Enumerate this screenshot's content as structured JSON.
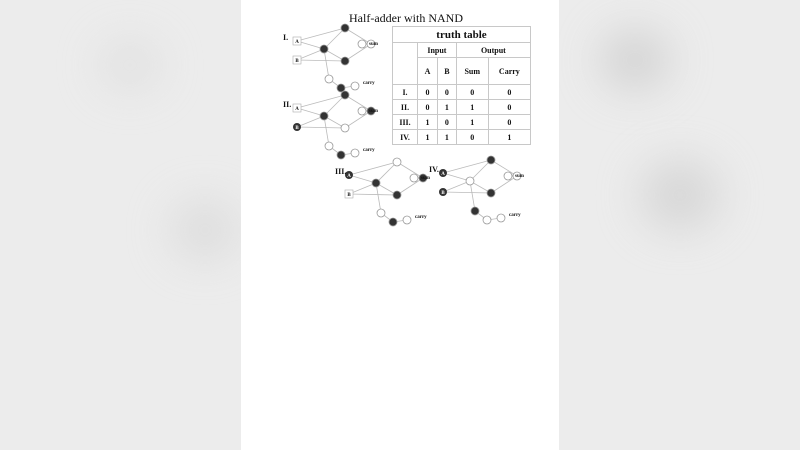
{
  "title": "Half-adder with NAND",
  "truth_table": {
    "title": "truth table",
    "group_headers": [
      "Input",
      "Output"
    ],
    "columns": [
      "A",
      "B",
      "Sum",
      "Carry"
    ],
    "rows": [
      {
        "label": "I.",
        "values": [
          "0",
          "0",
          "0",
          "0"
        ]
      },
      {
        "label": "II.",
        "values": [
          "0",
          "1",
          "1",
          "0"
        ]
      },
      {
        "label": "III.",
        "values": [
          "1",
          "0",
          "1",
          "0"
        ]
      },
      {
        "label": "IV.",
        "values": [
          "1",
          "1",
          "0",
          "1"
        ]
      }
    ]
  },
  "circuits": [
    {
      "label": "I.",
      "input_a": "A",
      "input_b": "B",
      "sum_label": "sum",
      "carry_label": "carry"
    },
    {
      "label": "II.",
      "input_a": "A",
      "input_b": "B",
      "sum_label": "sum",
      "carry_label": "carry"
    },
    {
      "label": "III.",
      "input_a": "A",
      "input_b": "B",
      "sum_label": "sum",
      "carry_label": "carry"
    },
    {
      "label": "IV.",
      "input_a": "A",
      "input_b": "B",
      "sum_label": "sum",
      "carry_label": "carry"
    }
  ],
  "colors": {
    "active_node": "#333333",
    "inactive_node": "#ffffff",
    "edge": "#bbbbbb"
  }
}
